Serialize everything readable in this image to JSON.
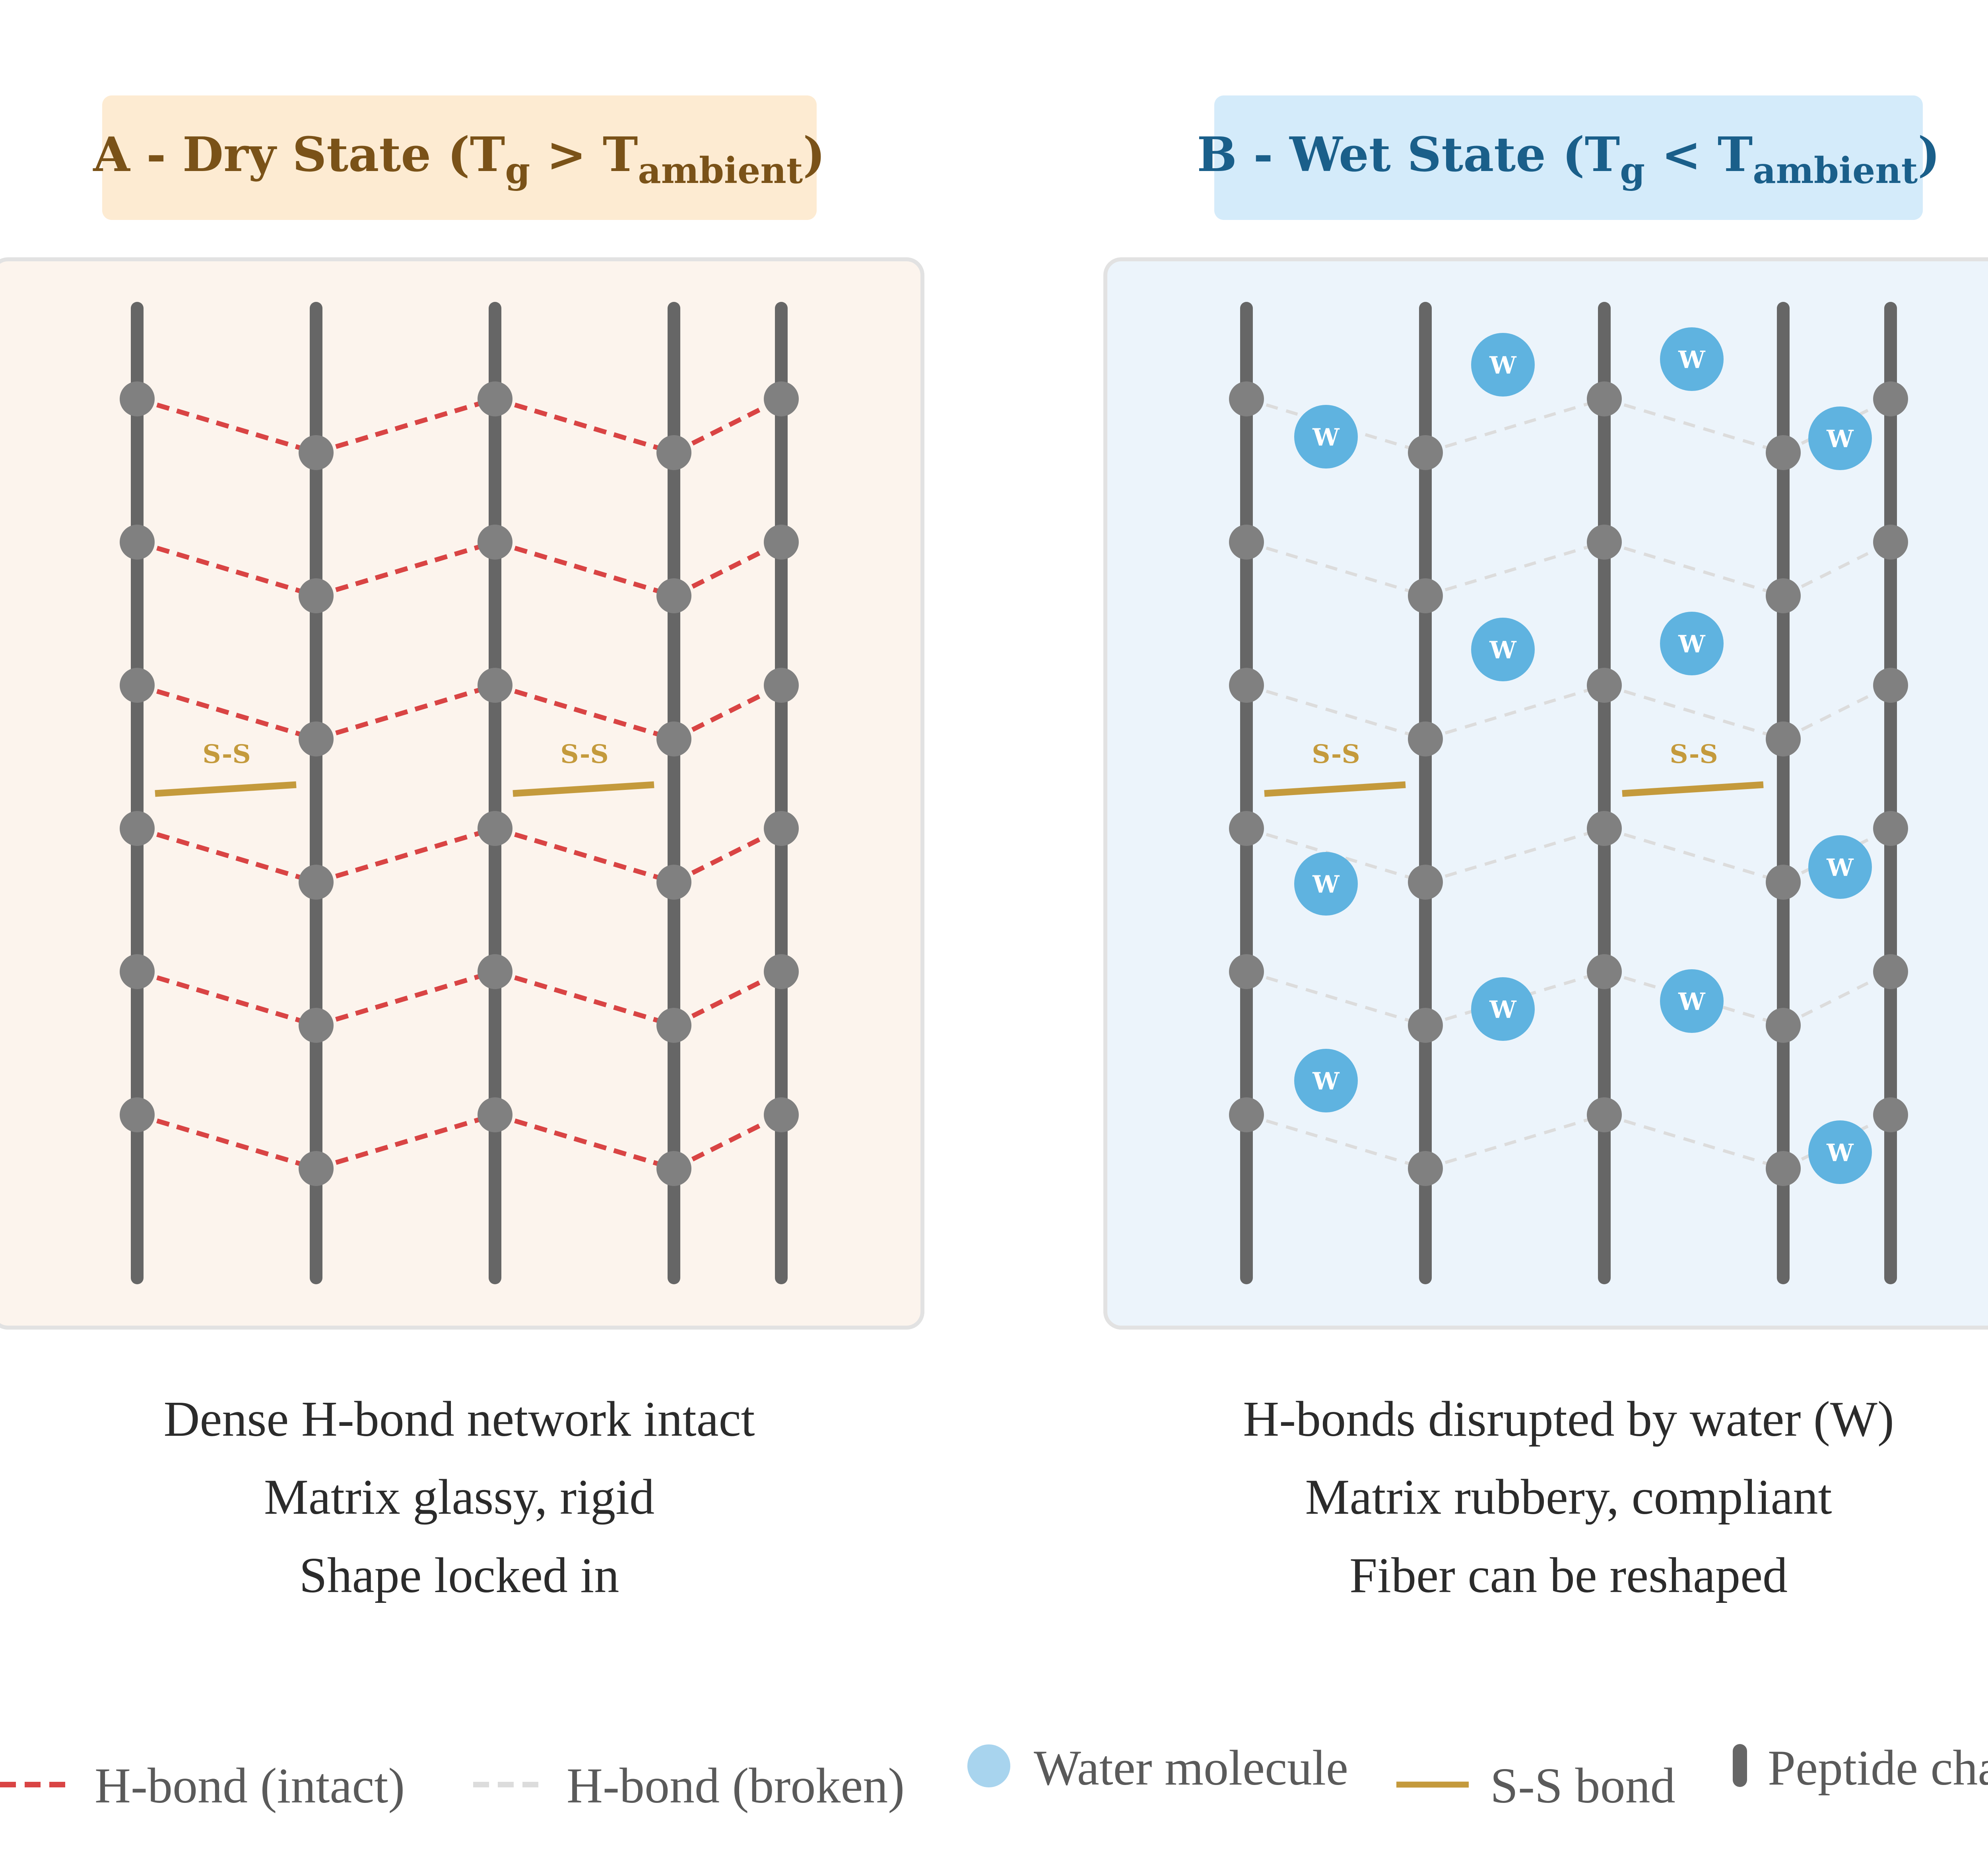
{
  "colors": {
    "hbond_intact": "#d94444",
    "hbond_broken": "#dcdcdc",
    "water": "#5fb3e0",
    "water_legend": "#a8d4ee",
    "ss_bond": "#c49a3c",
    "chain": "#666666",
    "node": "#808080",
    "panel_a_bg": "#fcf4ed",
    "panel_a_title_bg": "#fdebd2",
    "panel_a_title_text": "#7a5218",
    "panel_b_bg": "#ecf4fb",
    "panel_b_title_bg": "#d4ebfa",
    "panel_b_title_text": "#1a5f8a",
    "panel_border": "#e2e2e2"
  },
  "panel_a": {
    "title": {
      "prefix": "A - Dry State (T",
      "sub1": "g",
      "mid": " > T",
      "sub2": "ambient",
      "suffix": ")"
    },
    "ss_label": "S-S",
    "caption": [
      "Dense H-bond network intact",
      "Matrix glassy, rigid",
      "Shape locked in"
    ]
  },
  "panel_b": {
    "title": {
      "prefix": "B - Wet State (T",
      "sub1": "g",
      "mid": " < T",
      "sub2": "ambient",
      "suffix": ")"
    },
    "ss_label": "S-S",
    "water_label": "W",
    "caption": [
      "H-bonds disrupted by water (W)",
      "Matrix rubbery, compliant",
      "Fiber can be reshaped"
    ]
  },
  "legend": {
    "hbond_intact": "H-bond (intact)",
    "hbond_broken": "H-bond (broken)",
    "water": "Water molecule",
    "ss_bond": "S-S bond",
    "chain": "Peptide chain"
  }
}
